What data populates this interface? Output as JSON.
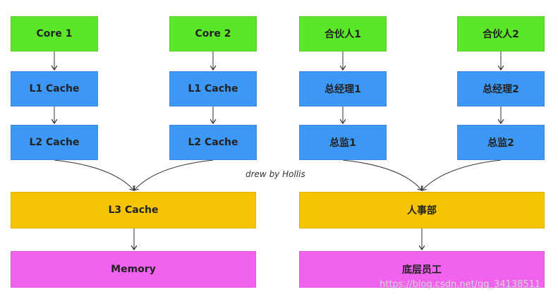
{
  "left": {
    "core1": "Core 1",
    "core2": "Core 2",
    "l1a": "L1 Cache",
    "l1b": "L1 Cache",
    "l2a": "L2 Cache",
    "l2b": "L2 Cache",
    "l3": "L3 Cache",
    "memory": "Memory"
  },
  "right": {
    "partner1": "合伙人1",
    "partner2": "合伙人2",
    "gm1": "总经理1",
    "gm2": "总经理2",
    "director1": "总监1",
    "director2": "总监2",
    "hr": "人事部",
    "staff": "底层员工"
  },
  "signature": "drew by Hollis",
  "watermark": "https://blog.csdn.net/qq_34138511",
  "colors": {
    "green": "#5be62a",
    "blue": "#3d97f5",
    "yellow": "#f7c404",
    "magenta": "#f163ee"
  }
}
